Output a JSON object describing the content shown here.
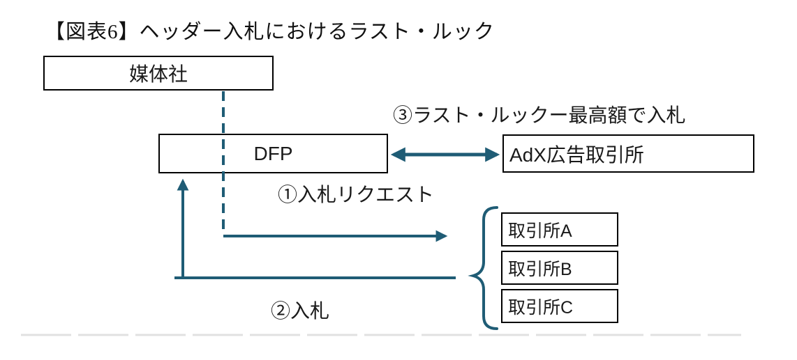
{
  "title": "【図表6】ヘッダー入札におけるラスト・ルック",
  "nodes": {
    "publisher": {
      "label": "媒体社"
    },
    "dfp": {
      "label": "DFP"
    },
    "adx": {
      "label": "AdX広告取引所"
    },
    "exchange_a": {
      "label": "取引所A"
    },
    "exchange_b": {
      "label": "取引所B"
    },
    "exchange_c": {
      "label": "取引所C"
    }
  },
  "annotations": {
    "step1": "①入札リクエスト",
    "step2": "②入札",
    "step3": "③ラスト・ルックー最高額で入札"
  },
  "colors": {
    "arrow": "#1F5C75",
    "box_border": "#000000",
    "background": "#FFFFFF",
    "faint_line": "#D8D8D8"
  }
}
